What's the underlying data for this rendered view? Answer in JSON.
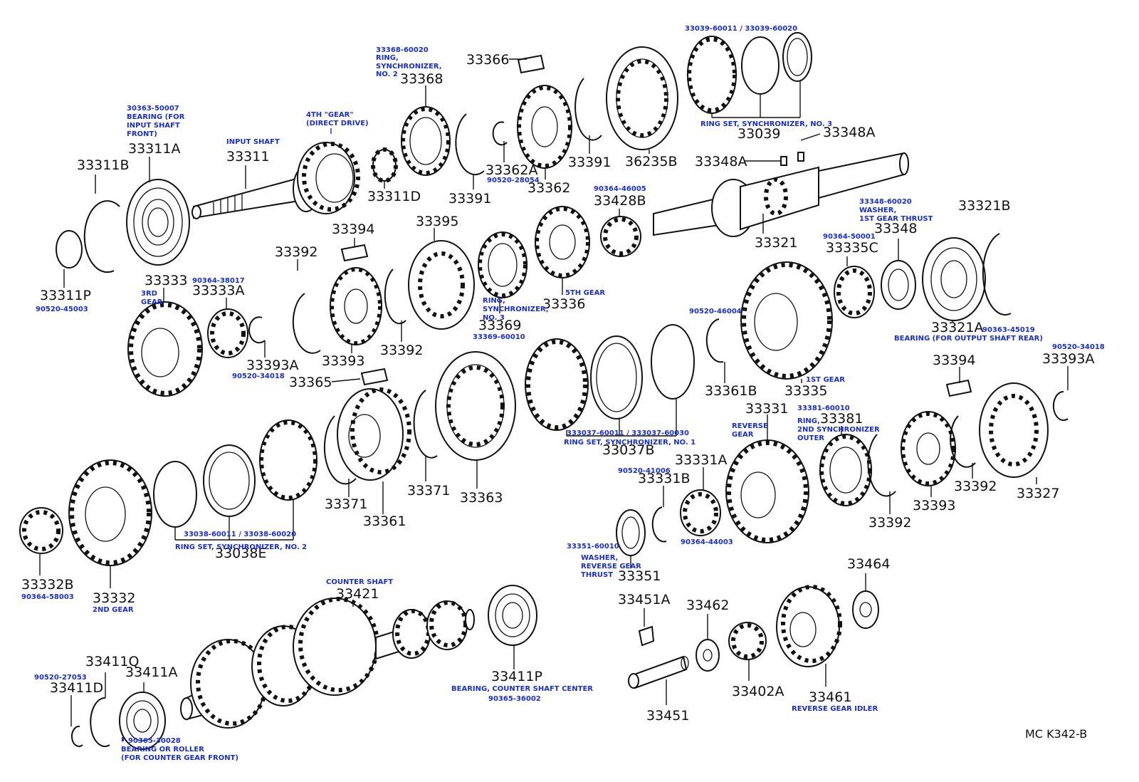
{
  "part_numbers": {
    "p33311B": "33311B",
    "p33311A": "33311A",
    "p33311": "33311",
    "p33311P": "33311P",
    "p33311D": "33311D",
    "p33368": "33368",
    "p33366": "33366",
    "p33391a": "33391",
    "p33391b": "33391",
    "p33362A": "33362A",
    "p33362": "33362",
    "p36235B": "36235B",
    "p33039": "33039",
    "p33348Aa": "33348A",
    "p33348Ab": "33348A",
    "p33321": "33321",
    "p33428B": "33428B",
    "p33321B": "33321B",
    "p33348": "33348",
    "p33335C": "33335C",
    "p33321A": "33321A",
    "p33394a": "33394",
    "p33395": "33395",
    "p33392a": "33392",
    "p33333": "33333",
    "p33333A": "33333A",
    "p33393A": "33393A",
    "p33393": "33393",
    "p33392b": "33392",
    "p33369": "33369",
    "p33336": "33336",
    "p33361B": "33361B",
    "p33335": "33335",
    "p33394b": "33394",
    "p33393Ab": "33393A",
    "p33365": "33365",
    "p33037B": "33037B",
    "p33331": "33331",
    "p33381": "33381",
    "p33331A": "33331A",
    "p33331B": "33331B",
    "p33371a": "33371",
    "p33371b": "33371",
    "p33361": "33361",
    "p33363": "33363",
    "p33392c": "33392",
    "p33393b": "33393",
    "p33392d": "33392",
    "p33327": "33327",
    "p33038E": "33038E",
    "p33332B": "33332B",
    "p33332": "33332",
    "p33351": "33351",
    "p33421": "33421",
    "p33451A": "33451A",
    "p33462": "33462",
    "p33464": "33464",
    "p33411Q": "33411Q",
    "p33411A": "33411A",
    "p33411D": "33411D",
    "p33411P": "33411P",
    "p33402A": "33402A",
    "p33461": "33461",
    "p33451": "33451"
  },
  "annotations": {
    "a_33368_code": "33368-60020",
    "a_33368_l1": "RING,",
    "a_33368_l2": "SYNCHRONIZER,",
    "a_33368_l3": "NO. 2",
    "a_33039_codes": "33039-60011 / 33039-60020",
    "a_33039_desc": "RING SET, SYNCHRONIZER, NO. 3",
    "a_bearing_code": "30363-50007",
    "a_bearing_l1": "BEARING (FOR",
    "a_bearing_l2": "INPUT SHAFT",
    "a_bearing_l3": "FRONT)",
    "a_4th_l1": "4TH \"GEAR\"",
    "a_4th_l2": "(DIRECT DRIVE)",
    "a_input_shaft": "INPUT SHAFT",
    "a_90520_28054": "90520-28054",
    "a_90364_46005": "90364-46005",
    "a_33348_code": "33348-60020",
    "a_33348_l1": "WASHER,",
    "a_33348_l2": "1ST GEAR THRUST",
    "a_90364_50001": "90364-50001",
    "a_90520_45003": "90520-45003",
    "a_3rd_l1": "3RD",
    "a_3rd_l2": "GEAR",
    "a_90364_38017": "90364-38017",
    "a_90520_34018a": "90520-34018",
    "a_33369_l1": "RING,",
    "a_33369_l2": "SYNCHRONIZER,",
    "a_33369_l3": "NO. 3",
    "a_33369_code": "33369-60010",
    "a_5th_gear": "5TH GEAR",
    "a_90520_46004": "90520-46004",
    "a_90363_45019": "90363-45019",
    "a_bearing_rear": "BEARING (FOR OUTPUT SHAFT REAR)",
    "a_90520_34018b": "90520-34018",
    "a_1st_gear": "1ST GEAR",
    "a_33037_codes": "333037-60011 / 333037-60030",
    "a_33037_desc": "RING SET, SYNCHRONIZER, NO. 1",
    "a_reverse_l1": "REVERSE",
    "a_reverse_l2": "GEAR",
    "a_33381_code": "33381-60010",
    "a_33381_l1": "RING,",
    "a_33381_l2": "2ND SYNCHRONIZER",
    "a_33381_l3": "OUTER",
    "a_90520_41006": "90520-41006",
    "a_90364_44003": "90364-44003",
    "a_33351_code": "33351-60010",
    "a_33351_l1": "WASHER,",
    "a_33351_l2": "REVERSE GEAR",
    "a_33351_l3": "THRUST",
    "a_33038_codes": "33038-60011 / 33038-60020",
    "a_33038_desc": "RING SET, SYNCHRONIZER, NO. 2",
    "a_90364_58003": "90364-58003",
    "a_2nd_gear": "2ND GEAR",
    "a_counter_shaft": "COUNTER SHAFT",
    "a_90520_27053": "90520-27053",
    "a_90365_30028": "90365-30028",
    "a_bearing_cf_l1": "BEARING OR ROLLER",
    "a_bearing_cf_l2": "(FOR COUNTER GEAR FRONT)",
    "a_bearing_cc": "BEARING, COUNTER SHAFT CENTER",
    "a_90365_36002": "90365-36002",
    "a_reverse_idler": "REVERSE GEAR IDLER"
  },
  "diagram_id": "MC K342-B"
}
